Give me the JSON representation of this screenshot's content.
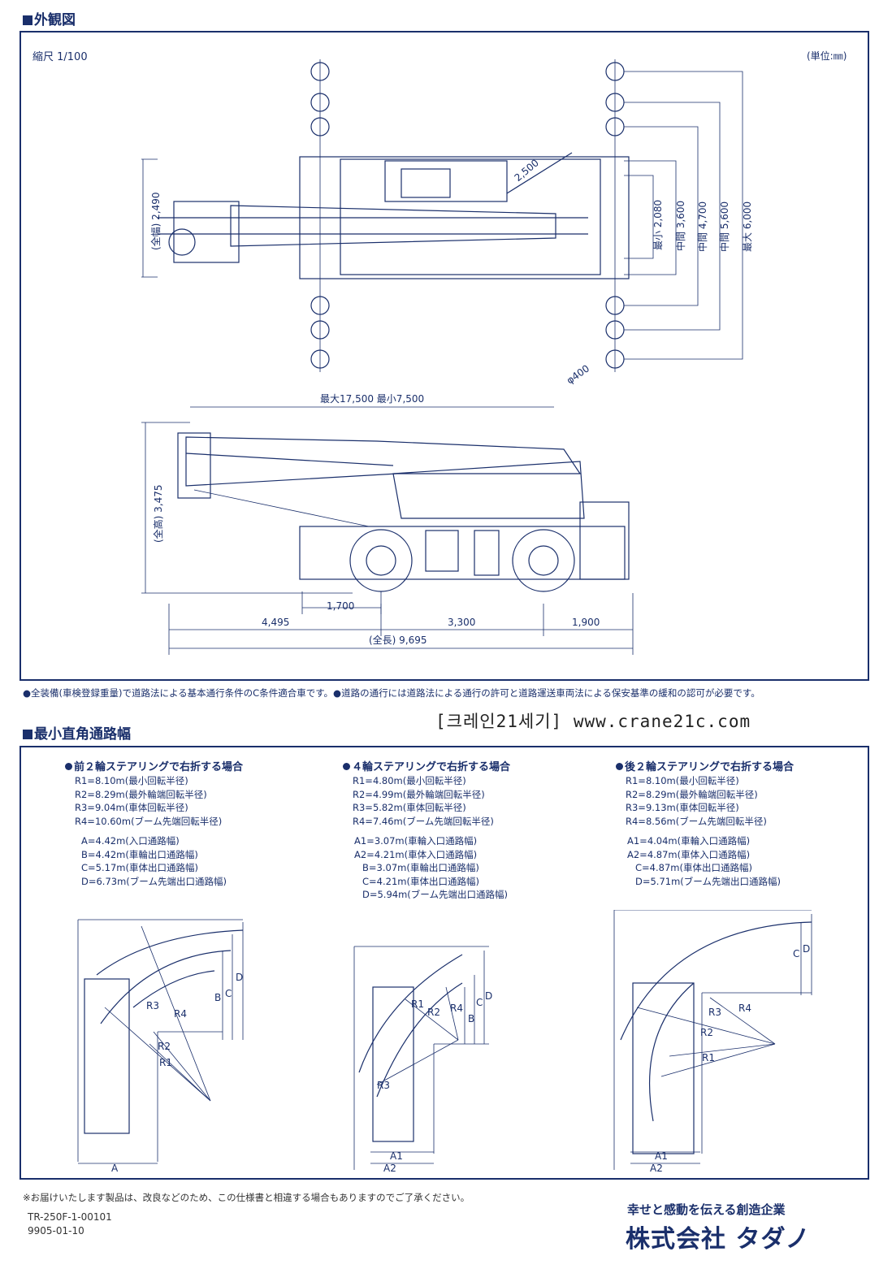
{
  "sections": {
    "appearance_title": "外観図",
    "turning_title": "最小直角通路幅"
  },
  "appearance": {
    "scale": "縮尺 1/100",
    "unit": "(単位:㎜)",
    "top_view": {
      "width_label": "(全幅) 2,490",
      "diag_label": "2,500",
      "track_labels": [
        "最小 2,080",
        "中間 3,600",
        "中間 4,700",
        "中間 5,600",
        "最大 6,000"
      ],
      "pad_label": "φ400"
    },
    "side_view": {
      "boom_label": "最大17,500  最小7,500",
      "height_label": "(全高) 3,475",
      "dim_1700": "1,700",
      "dim_4495": "4,495",
      "dim_3300": "3,300",
      "dim_1900": "1,900",
      "length_label": "(全長) 9,695"
    }
  },
  "note": "●全装備(車検登録重量)で道路法による基本通行条件のC条件適合車です。●道路の通行には道路法による通行の許可と道路運送車両法による保安基準の緩和の認可が必要です。",
  "watermark": "[크레인21세기] www.crane21c.com",
  "turning": {
    "columns": [
      {
        "heading": "前２輪ステアリングで右折する場合",
        "radii": [
          "R1=8.10m(最小回転半径)",
          "R2=8.29m(最外輪端回転半径)",
          "R3=9.04m(車体回転半径)",
          "R4=10.60m(ブーム先端回転半径)"
        ],
        "widths": [
          "A=4.42m(入口通路幅)",
          "B=4.42m(車輪出口通路幅)",
          "C=5.17m(車体出口通路幅)",
          "D=6.73m(ブーム先端出口通路幅)"
        ],
        "diagram_labels": [
          "R3",
          "R4",
          "R2",
          "R1",
          "B",
          "C",
          "D",
          "A"
        ]
      },
      {
        "heading": "４輪ステアリングで右折する場合",
        "radii": [
          "R1=4.80m(最小回転半径)",
          "R2=4.99m(最外輪端回転半径)",
          "R3=5.82m(車体回転半径)",
          "R4=7.46m(ブーム先端回転半径)"
        ],
        "widths": [
          "A1=3.07m(車輪入口通路幅)",
          "A2=4.21m(車体入口通路幅)",
          "B=3.07m(車輪出口通路幅)",
          "C=4.21m(車体出口通路幅)",
          "D=5.94m(ブーム先端出口通路幅)"
        ],
        "diagram_labels": [
          "R1",
          "R2",
          "R4",
          "B",
          "C",
          "D",
          "R3",
          "A1",
          "A2"
        ]
      },
      {
        "heading": "後２輪ステアリングで右折する場合",
        "radii": [
          "R1=8.10m(最小回転半径)",
          "R2=8.29m(最外輪端回転半径)",
          "R3=9.13m(車体回転半径)",
          "R4=8.56m(ブーム先端回転半径)"
        ],
        "widths": [
          "A1=4.04m(車輪入口通路幅)",
          "A2=4.87m(車体入口通路幅)",
          "C=4.87m(車体出口通路幅)",
          "D=5.71m(ブーム先端出口通路幅)"
        ],
        "diagram_labels": [
          "C",
          "D",
          "R3",
          "R4",
          "R2",
          "R1",
          "A1",
          "A2"
        ]
      }
    ]
  },
  "footer": {
    "disclaimer": "※お届けいたします製品は、改良などのため、この仕様書と相違する場合もありますのでご了承ください。",
    "doc_no": "TR-250F-1-00101",
    "date_code": "9905-01-10",
    "slogan": "幸せと感動を伝える創造企業",
    "company": "株式会社 タダノ"
  }
}
